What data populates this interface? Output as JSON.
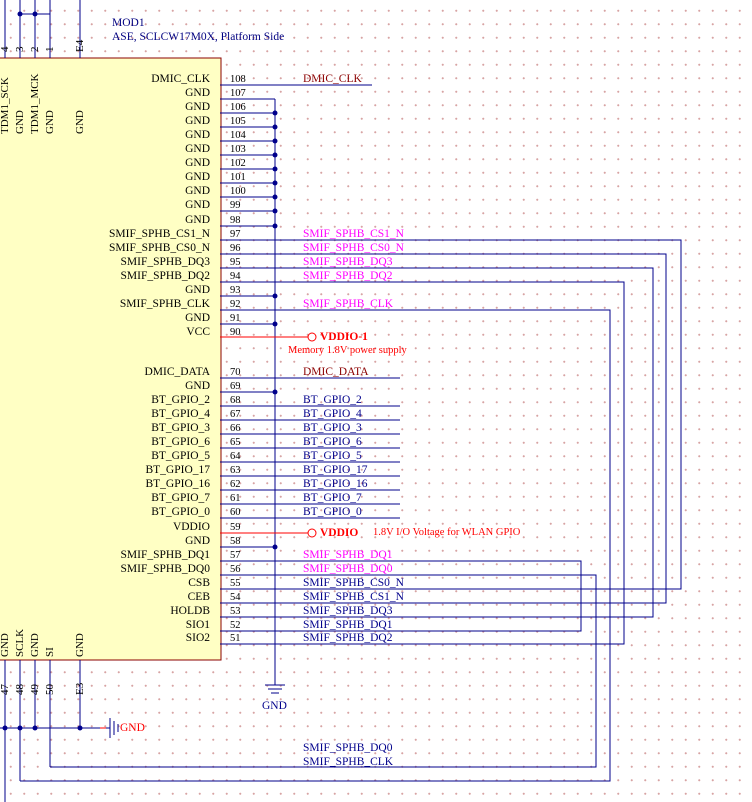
{
  "module": {
    "designator": "MOD1",
    "description": "ASE, SCLCW17M0X, Platform Side",
    "right_pins": [
      {
        "num": "108",
        "name": "DMIC_CLK",
        "net": "DMIC_CLK"
      },
      {
        "num": "107",
        "name": "GND",
        "net": ""
      },
      {
        "num": "106",
        "name": "GND",
        "net": ""
      },
      {
        "num": "105",
        "name": "GND",
        "net": ""
      },
      {
        "num": "104",
        "name": "GND",
        "net": ""
      },
      {
        "num": "103",
        "name": "GND",
        "net": ""
      },
      {
        "num": "102",
        "name": "GND",
        "net": ""
      },
      {
        "num": "101",
        "name": "GND",
        "net": ""
      },
      {
        "num": "100",
        "name": "GND",
        "net": ""
      },
      {
        "num": "99",
        "name": "GND",
        "net": ""
      },
      {
        "num": "98",
        "name": "GND",
        "net": ""
      },
      {
        "num": "97",
        "name": "SMIF_SPHB_CS1_N",
        "net": "SMIF_SPHB_CS1_N"
      },
      {
        "num": "96",
        "name": "SMIF_SPHB_CS0_N",
        "net": "SMIF_SPHB_CS0_N"
      },
      {
        "num": "95",
        "name": "SMIF_SPHB_DQ3",
        "net": "SMIF_SPHB_DQ3"
      },
      {
        "num": "94",
        "name": "SMIF_SPHB_DQ2",
        "net": "SMIF_SPHB_DQ2"
      },
      {
        "num": "93",
        "name": "GND",
        "net": ""
      },
      {
        "num": "92",
        "name": "SMIF_SPHB_CLK",
        "net": "SMIF_SPHB_CLK"
      },
      {
        "num": "91",
        "name": "GND",
        "net": ""
      },
      {
        "num": "90",
        "name": "VCC",
        "net": ""
      },
      {
        "num": "70",
        "name": "DMIC_DATA",
        "net": "DMIC_DATA"
      },
      {
        "num": "69",
        "name": "GND",
        "net": ""
      },
      {
        "num": "68",
        "name": "BT_GPIO_2",
        "net": "BT_GPIO_2"
      },
      {
        "num": "67",
        "name": "BT_GPIO_4",
        "net": "BT_GPIO_4"
      },
      {
        "num": "66",
        "name": "BT_GPIO_3",
        "net": "BT_GPIO_3"
      },
      {
        "num": "65",
        "name": "BT_GPIO_6",
        "net": "BT_GPIO_6"
      },
      {
        "num": "64",
        "name": "BT_GPIO_5",
        "net": "BT_GPIO_5"
      },
      {
        "num": "63",
        "name": "BT_GPIO_17",
        "net": "BT_GPIO_17"
      },
      {
        "num": "62",
        "name": "BT_GPIO_16",
        "net": "BT_GPIO_16"
      },
      {
        "num": "61",
        "name": "BT_GPIO_7",
        "net": "BT_GPIO_7"
      },
      {
        "num": "60",
        "name": "BT_GPIO_0",
        "net": "BT_GPIO_0"
      },
      {
        "num": "59",
        "name": "VDDIO",
        "net": ""
      },
      {
        "num": "58",
        "name": "GND",
        "net": ""
      },
      {
        "num": "57",
        "name": "SMIF_SPHB_DQ1",
        "net": "SMIF_SPHB_DQ1"
      },
      {
        "num": "56",
        "name": "SMIF_SPHB_DQ0",
        "net": "SMIF_SPHB_DQ0"
      },
      {
        "num": "55",
        "name": "CSB",
        "net": "SMIF_SPHB_CS0_N"
      },
      {
        "num": "54",
        "name": "CEB",
        "net": "SMIF_SPHB_CS1_N"
      },
      {
        "num": "53",
        "name": "HOLDB",
        "net": "SMIF_SPHB_DQ3"
      },
      {
        "num": "52",
        "name": "SIO1",
        "net": "SMIF_SPHB_DQ1"
      },
      {
        "num": "51",
        "name": "SIO2",
        "net": "SMIF_SPHB_DQ2"
      }
    ],
    "top_pins": [
      {
        "num": "4",
        "name": "TDM1_SCK"
      },
      {
        "num": "3",
        "name": "GND"
      },
      {
        "num": "2",
        "name": "TDM1_MCK"
      },
      {
        "num": "1",
        "name": "GND"
      },
      {
        "num": "E4",
        "name": "GND"
      }
    ],
    "bottom_pins": [
      {
        "num": "47",
        "name": "GND"
      },
      {
        "num": "48",
        "name": "SCLK"
      },
      {
        "num": "49",
        "name": "GND"
      },
      {
        "num": "50",
        "name": "SI"
      },
      {
        "num": "E3",
        "name": "GND"
      }
    ]
  },
  "power_ports": {
    "vddio_1": {
      "name": "VDDIO-1",
      "note": "Memory 1.8V power supply"
    },
    "vddio": {
      "name": "VDDIO",
      "note": "1.8V I/O Voltage for WLAN GPIO"
    }
  },
  "gnd_ports": {
    "right": "GND",
    "bottom": "GND"
  },
  "bottom_nets": [
    "SMIF_SPHB_DQ0",
    "SMIF_SPHB_CLK"
  ],
  "colors": {
    "wire": "#00008b",
    "net_magenta": "#ff00ff",
    "net_dark": "#8b0000",
    "power": "#ff0000",
    "body": "#8b0000",
    "module_text": "#000080"
  }
}
